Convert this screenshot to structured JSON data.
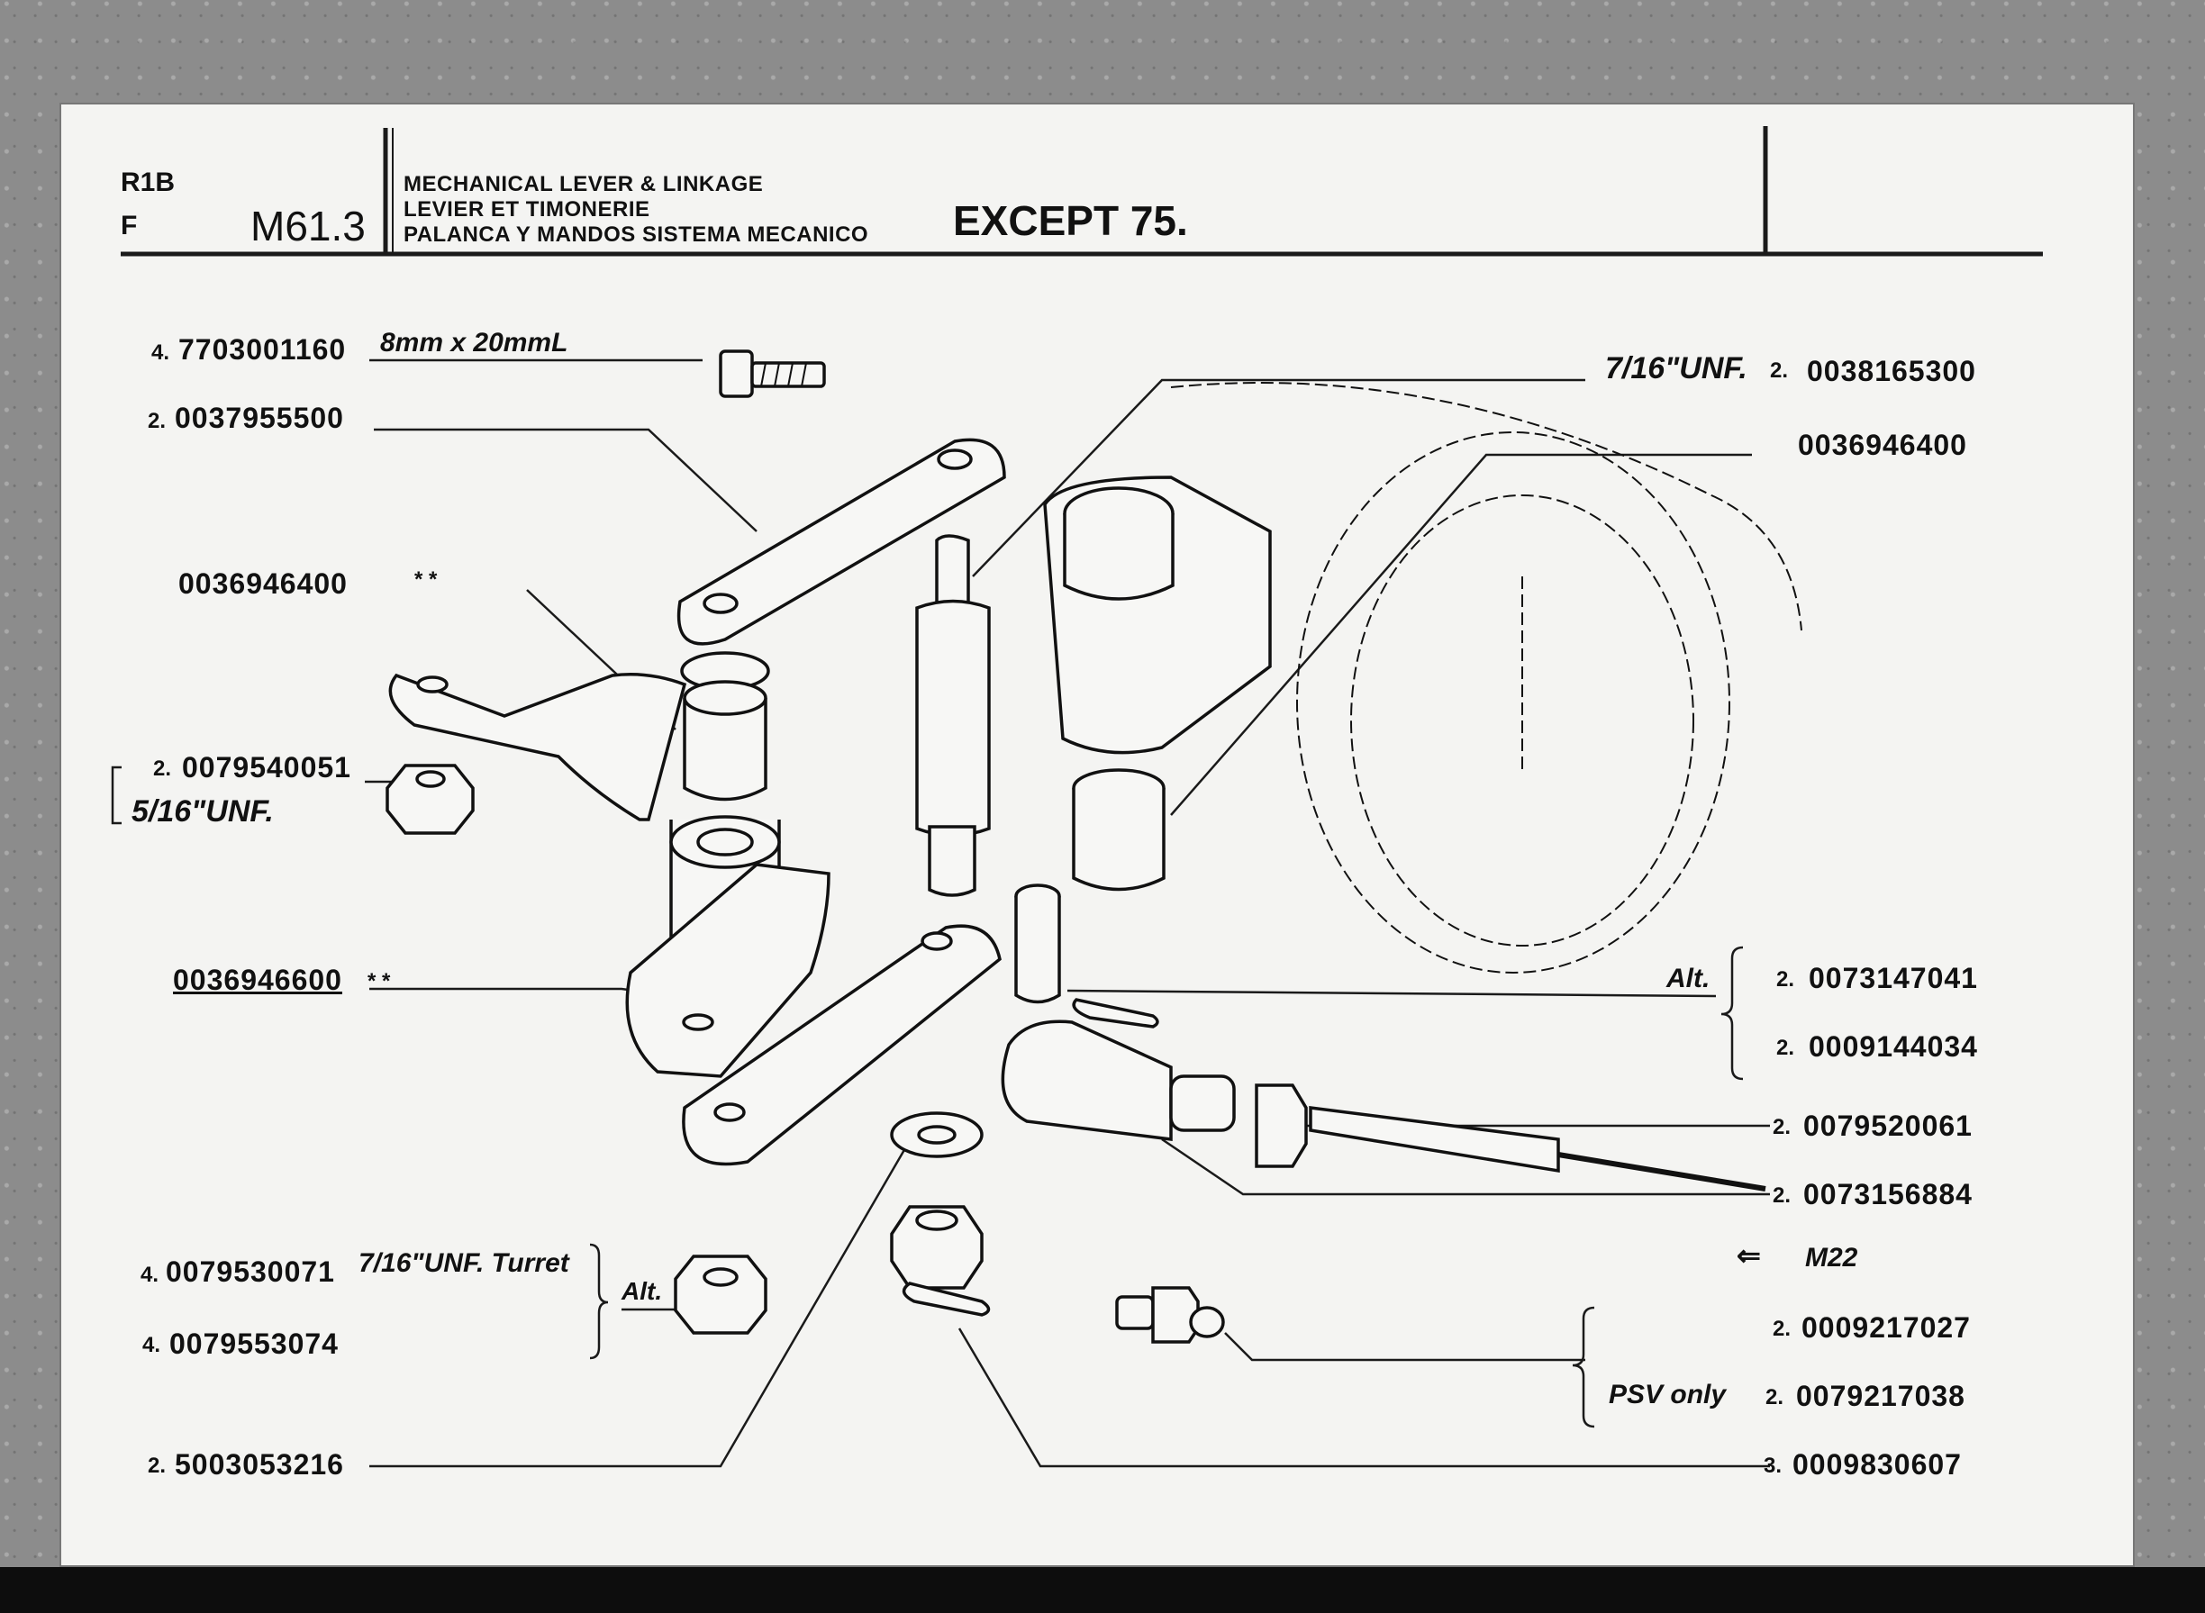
{
  "header": {
    "model": "R1B",
    "lang": "F",
    "section": "M61.3",
    "titles": [
      "MECHANICAL LEVER & LINKAGE",
      "LEVIER ET TIMONERIE",
      "PALANCA Y MANDOS SISTEMA MECANICO"
    ],
    "scope": "EXCEPT 75."
  },
  "callouts": {
    "bolt": {
      "qty": "4.",
      "part": "7703001160",
      "note": "8mm x 20mmL"
    },
    "link_top": {
      "qty": "2.",
      "part": "0037955500"
    },
    "bush_left": {
      "part": "0036946400",
      "mark": "* *"
    },
    "nut_left": {
      "qty": "2.",
      "part": "0079540051",
      "note": "5/16\"UNF."
    },
    "lever": {
      "part": "0036946600",
      "mark": "* *"
    },
    "stud": {
      "note": "7/16\"UNF.",
      "qty": "2.",
      "part": "0038165300"
    },
    "bush_right": {
      "part": "0036946400"
    },
    "pin_alt": {
      "alt": "Alt.",
      "qty1": "2.",
      "part1": "0073147041",
      "qty2": "2.",
      "part2": "0009144034"
    },
    "locknut": {
      "qty": "2.",
      "part": "0079520061"
    },
    "clevis": {
      "qty": "2.",
      "part": "0073156884"
    },
    "ref": {
      "arrow": "⇐",
      "label": "M22"
    },
    "turret": {
      "qty1": "4.",
      "part1": "0079530071",
      "note": "7/16\"UNF. Turret",
      "alt": "Alt.",
      "qty2": "4.",
      "part2": "0079553074"
    },
    "grease": {
      "qty1": "2.",
      "part1": "0009217027",
      "psv": "PSV only",
      "qty2": "2.",
      "part2": "0079217038"
    },
    "washer": {
      "qty": "2.",
      "part": "5003053216"
    },
    "splitpin": {
      "qty": "3.",
      "part": "0009830607"
    }
  }
}
